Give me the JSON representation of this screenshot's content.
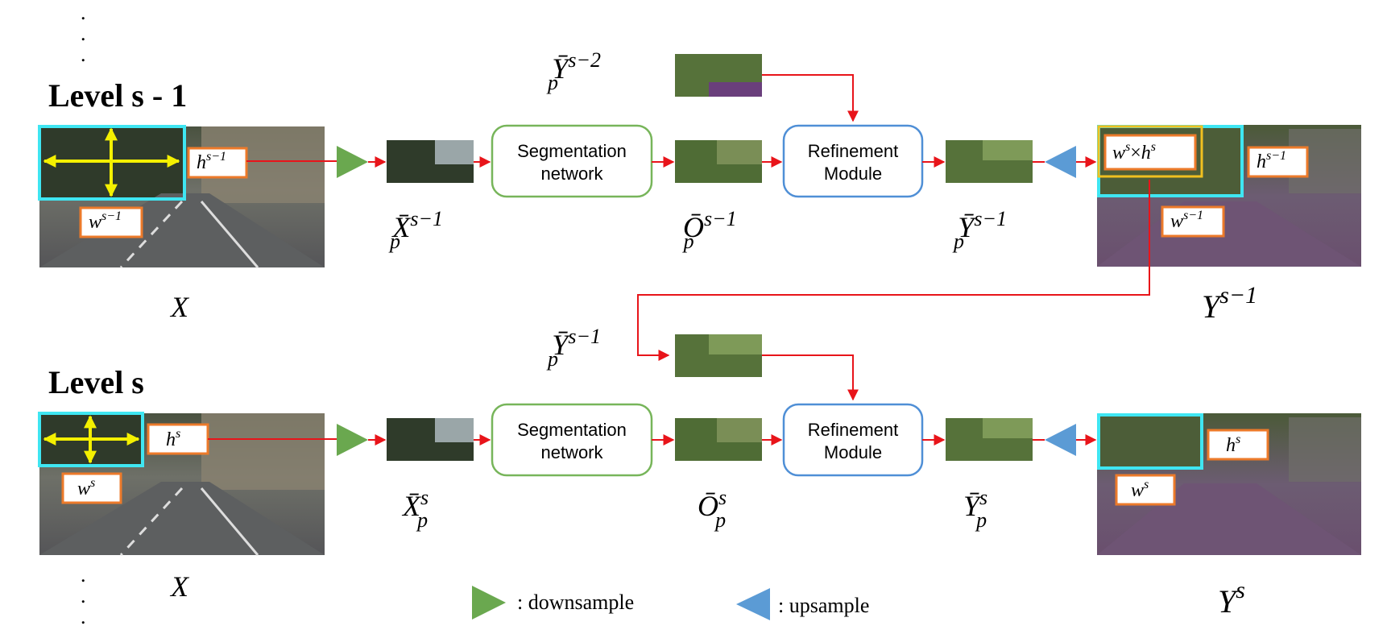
{
  "levels": [
    {
      "title": "Level s - 1",
      "input_label_base": "X",
      "crop_h_base": "h",
      "crop_h_sup": "s−1",
      "crop_w_base": "w",
      "crop_w_sup": "s−1",
      "patch_label_base": "X̄",
      "patch_label_sup": "s−1",
      "patch_label_sub": "p",
      "seg_line1": "Segmentation",
      "seg_line2": "network",
      "seg_out_base": "Ō",
      "seg_out_sup": "s−1",
      "seg_out_sub": "p",
      "ref_line1": "Refinement",
      "ref_line2": "Module",
      "ref_out_base": "Ȳ",
      "ref_out_sup": "s−1",
      "ref_out_sub": "p",
      "prev_base": "Ȳ",
      "prev_sup": "s−2",
      "prev_sub": "p",
      "out_label_base": "Y",
      "out_label_sup": "s−1",
      "out_wh_w": "w",
      "out_wh_wsup": "s",
      "out_wh_times": "×",
      "out_wh_h": "h",
      "out_wh_hsup": "s",
      "out_h_base": "h",
      "out_h_sup": "s−1",
      "out_w_base": "w",
      "out_w_sup": "s−1"
    },
    {
      "title": "Level s",
      "input_label_base": "X",
      "crop_h_base": "h",
      "crop_h_sup": "s",
      "crop_w_base": "w",
      "crop_w_sup": "s",
      "patch_label_base": "X̄",
      "patch_label_sup": "s",
      "patch_label_sub": "p",
      "seg_line1": "Segmentation",
      "seg_line2": "network",
      "seg_out_base": "Ō",
      "seg_out_sup": "s",
      "seg_out_sub": "p",
      "ref_line1": "Refinement",
      "ref_line2": "Module",
      "ref_out_base": "Ȳ",
      "ref_out_sup": "s",
      "ref_out_sub": "p",
      "prev_base": "Ȳ",
      "prev_sup": "s−1",
      "prev_sub": "p",
      "out_label_base": "Y",
      "out_label_sup": "s",
      "out_h_base": "h",
      "out_h_sup": "s",
      "out_w_base": "w",
      "out_w_sup": "s"
    }
  ],
  "legend": {
    "downsample": ": downsample",
    "upsample": ": upsample"
  },
  "colors": {
    "arrow": "#e8141a",
    "seg_border": "#77b55a",
    "ref_border": "#4f8fd6",
    "down_triangle": "#6aa84f",
    "up_triangle": "#5b9bd5",
    "crop_box": "#3fe6f2",
    "yellow_box": "#f0c020",
    "yellow_arrow": "#f4f000",
    "label_box_border": "#ec7a2a"
  },
  "continuation_dot": "."
}
